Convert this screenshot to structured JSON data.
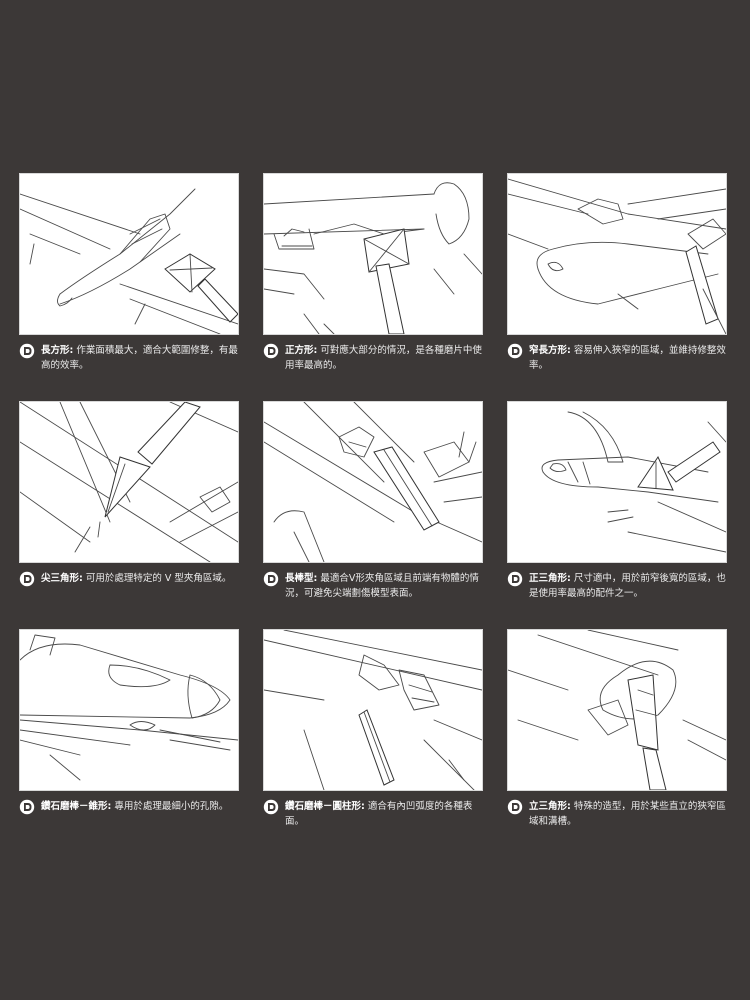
{
  "tools": [
    {
      "name": "長方形:",
      "desc": "作業面積最大，適合大範圍修整，有最高的效率。"
    },
    {
      "name": "正方形:",
      "desc": "可對應大部分的情況，是各種磨片中使用率最高的。"
    },
    {
      "name": "窄長方形:",
      "desc": "容易伸入狹窄的區域，並維持修整效率。"
    },
    {
      "name": "尖三角形:",
      "desc": "可用於處理特定的 V 型夾角區域。"
    },
    {
      "name": "長棒型:",
      "desc": "最適合V形夾角區域且前端有物體的情況，可避免尖端劃傷模型表面。"
    },
    {
      "name": "正三角形:",
      "desc": "尺寸適中，用於前窄後寬的區域，也是使用率最高的配件之一。"
    },
    {
      "name": "鑽石磨棒－錐形:",
      "desc": "專用於處理最細小的孔隙。"
    },
    {
      "name": "鑽石磨棒－圓柱形:",
      "desc": "適合有內凹弧度的各種表面。"
    },
    {
      "name": "立三角形:",
      "desc": "特殊的造型，用於某些直立的狹窄區域和溝槽。"
    }
  ],
  "icons": {
    "brand": "brand-d-logo-icon"
  },
  "colors": {
    "background": "#3c3837",
    "panel": "#ffffff",
    "text": "#ececec"
  }
}
